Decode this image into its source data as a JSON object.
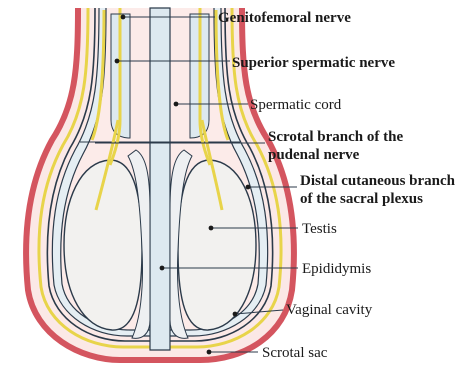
{
  "labels": {
    "genitofemoral_nerve": "Genitofemoral nerve",
    "superior_spermatic_nerve": "Superior spermatic nerve",
    "spermatic_cord": "Spermatic cord",
    "scrotal_branch_line1": "Scrotal branch of the",
    "scrotal_branch_line2": "pudenal nerve",
    "distal_cutaneous_line1": "Distal cutaneous branch",
    "distal_cutaneous_line2": "of the sacral plexus",
    "testis": "Testis",
    "epididymis": "Epididymis",
    "vaginal_cavity": "Vaginal cavity",
    "scrotal_sac": "Scrotal sac"
  },
  "colors": {
    "scrotal_skin": "#d4555f",
    "nerve": "#e8d44a",
    "membrane": "#2b3a4a",
    "cord_fill": "#dde9f0",
    "tissue_fill": "#fbe8e6",
    "testis_fill": "#f2f1ef"
  }
}
